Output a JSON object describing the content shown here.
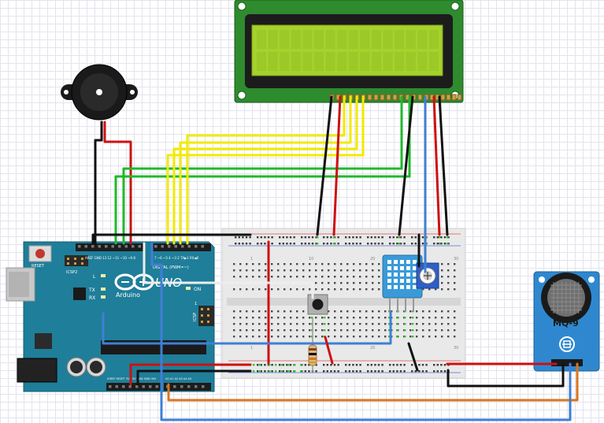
{
  "arduino": {
    "logo_text": "UNO",
    "brand": "Arduino",
    "reset_label": "RESET",
    "icsp2_label": "ICSP2",
    "icsp_label": "ICSP",
    "led_l": "L",
    "led_tx": "TX",
    "led_rx": "RX",
    "on_label": "ON",
    "digital_label": "DIGITAL (PWM=~)",
    "header_top_left": "AREF  GND  13  12  ~11  ~10  ~9  8",
    "header_top_right": "7  ~6  ~5  4  ~3  2  TX▶1  RX◀0",
    "header_bottom_power": "IOREF RESET 3V3 5V GND GND VIN",
    "header_bottom_analog": "A0 A1 A2 A3 A4 A5",
    "icsp_pin_1": "1"
  },
  "sensor": {
    "label": "MQ-9"
  },
  "breadboard": {
    "col_1": "1",
    "col_10": "10",
    "col_20": "20",
    "col_30": "30"
  },
  "colors": {
    "board_blue": "#1f7e99",
    "lcd_green": "#2e8b2e",
    "lcd_screen": "#a5d22c",
    "sensor_blue": "#2f88cf",
    "dht_blue": "#3a9ad9",
    "wire_red": "#cc1111",
    "wire_black": "#111111",
    "wire_green": "#1fb82b",
    "wire_yellow": "#f2ea00",
    "wire_blue": "#3f7fd6",
    "wire_orange": "#d9741e"
  }
}
